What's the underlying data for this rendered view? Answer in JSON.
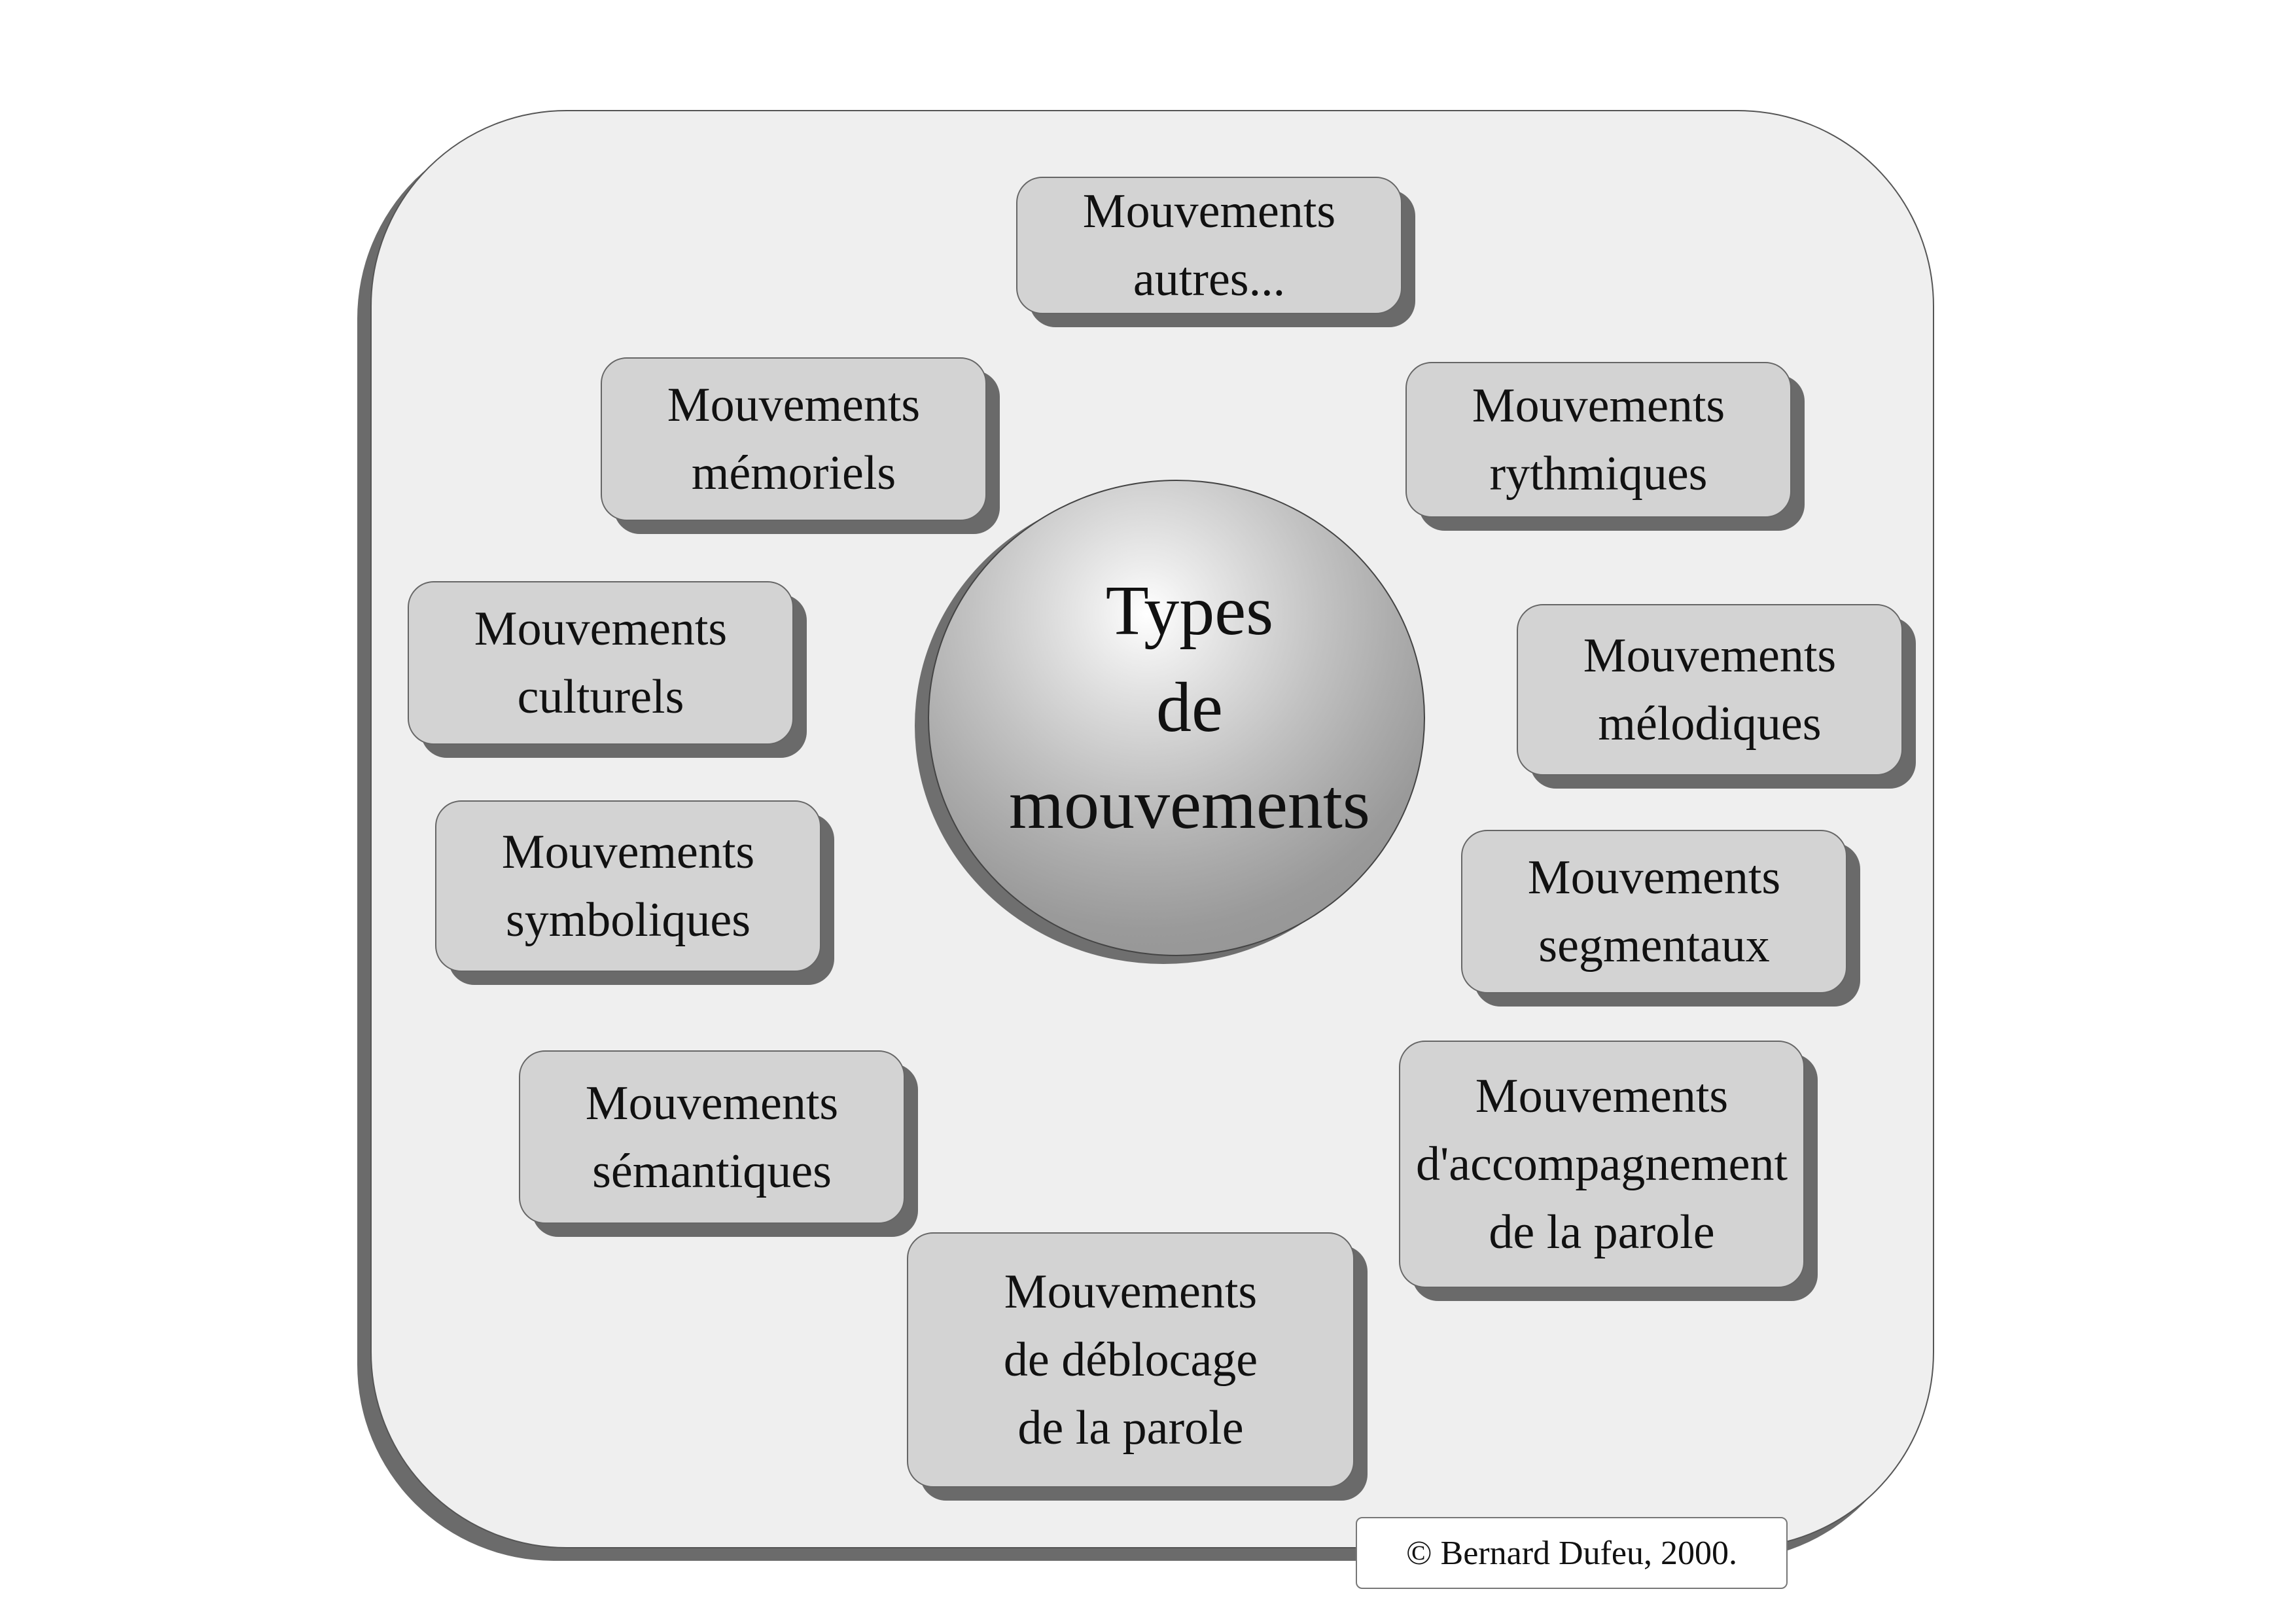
{
  "center": {
    "lines": [
      "Types",
      "de",
      "mouvements"
    ]
  },
  "boxes": {
    "autres": [
      "Mouvements",
      "autres..."
    ],
    "memoriels": [
      "Mouvements",
      "mémoriels"
    ],
    "rythmiques": [
      "Mouvements",
      "rythmiques"
    ],
    "culturels": [
      "Mouvements",
      "culturels"
    ],
    "melodiques": [
      "Mouvements",
      "mélodiques"
    ],
    "symboliques": [
      "Mouvements",
      "symboliques"
    ],
    "segmentaux": [
      "Mouvements",
      "segmentaux"
    ],
    "semantiques": [
      "Mouvements",
      "sémantiques"
    ],
    "accompagnement": [
      "Mouvements",
      "d'accompagnement",
      "de la parole"
    ],
    "deblocage": [
      "Mouvements",
      "de déblocage",
      "de la parole"
    ]
  },
  "copyright": "© Bernard Dufeu, 2000."
}
